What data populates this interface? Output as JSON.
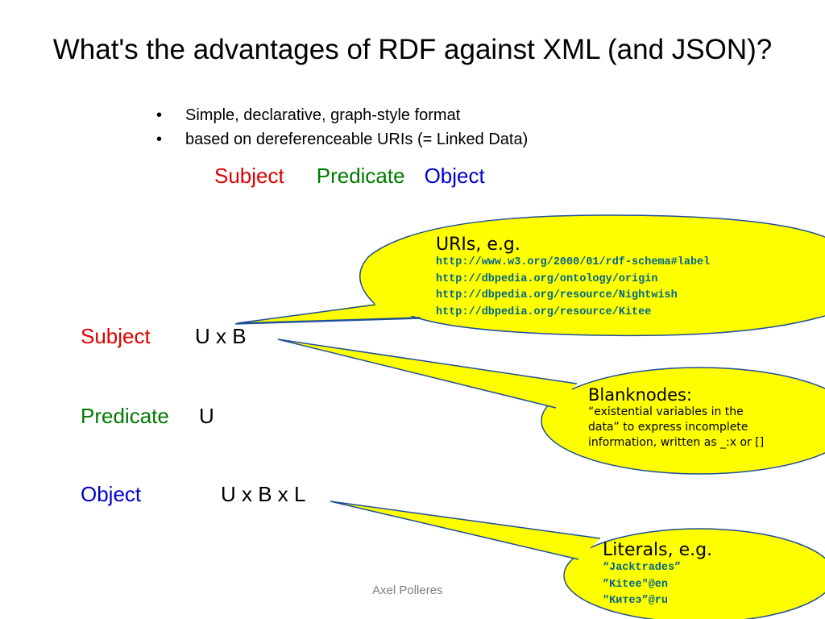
{
  "title": "What's the advantages of RDF against XML (and JSON)?",
  "bullets": [
    "Simple, declarative, graph-style format",
    "based on dereferenceable URIs (= Linked Data)"
  ],
  "bullet_glyph": "•",
  "triple": {
    "subject": "Subject",
    "predicate": "Predicate",
    "object": "Object"
  },
  "rows": {
    "subject": {
      "label": "Subject",
      "value": "U x B"
    },
    "predicate": {
      "label": "Predicate",
      "value": "U"
    },
    "object": {
      "label": "Object",
      "value": "U x B x L"
    }
  },
  "callouts": {
    "uris": {
      "heading": "URIs, e.g.",
      "lines": [
        "http://www.w3.org/2000/01/rdf-schema#label",
        "http://dbpedia.org/ontology/origin",
        "http://dbpedia.org/resource/Nightwish",
        "http://dbpedia.org/resource/Kitee"
      ]
    },
    "blanknodes": {
      "heading": "Blanknodes:",
      "lines": [
        "“existential variables in the",
        "data” to express incomplete",
        "information, written as _:x or []"
      ]
    },
    "literals": {
      "heading": "Literals, e.g.",
      "lines": [
        "“Jacktrades”",
        "”Kitee\"@en",
        "\"Китеэ”@ru"
      ]
    }
  },
  "footer": "Axel Polleres",
  "colors": {
    "subject": "#e00000",
    "predicate": "#007a00",
    "object": "#0000cc",
    "callout_fill": "#ffff00",
    "callout_stroke": "#1f4e99",
    "code": "#00668a"
  }
}
